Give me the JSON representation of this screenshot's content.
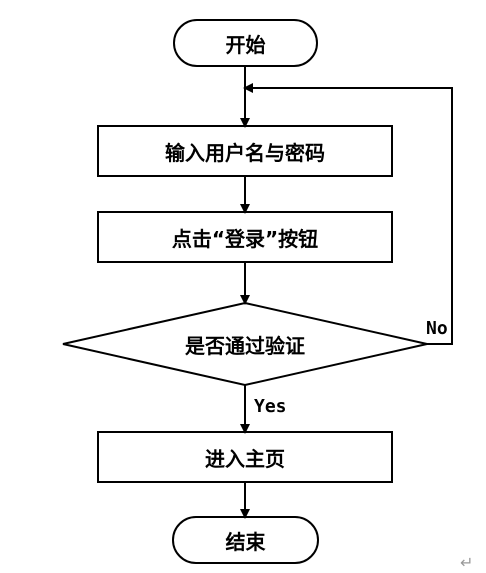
{
  "flowchart": {
    "nodes": {
      "start": "开始",
      "input": "输入用户名与密码",
      "click": "点击“登录”按钮",
      "decision": "是否通过验证",
      "enter": "进入主页",
      "end": "结束"
    },
    "edges": {
      "yes": "Yes",
      "no": "No"
    }
  },
  "page": {
    "return_mark": "↵"
  },
  "colors": {
    "stroke": "#000000",
    "fill": "#ffffff"
  }
}
